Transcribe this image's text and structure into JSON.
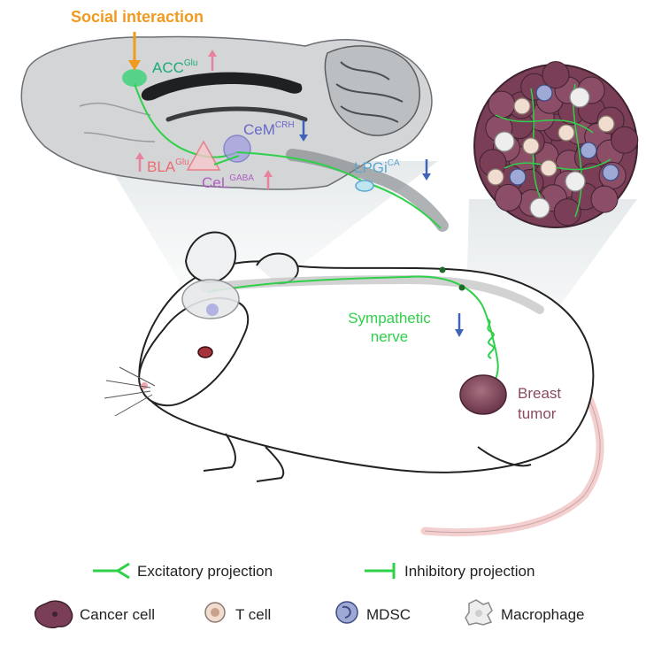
{
  "header": {
    "title": "Social interaction"
  },
  "brain_regions": {
    "acc": {
      "name": "ACC",
      "sup": "Glu",
      "trend": "up"
    },
    "cem": {
      "name": "CeM",
      "sup": "CRH",
      "trend": "down"
    },
    "bla": {
      "name": "BLA",
      "sup": "Glu",
      "trend": "up"
    },
    "cel": {
      "name": "CeL",
      "sup": "GABA",
      "trend": "up"
    },
    "lpgi": {
      "name": "LPGi",
      "sup": "CA",
      "trend": "down"
    }
  },
  "body_labels": {
    "sympathetic_line1": "Sympathetic",
    "sympathetic_line2": "nerve",
    "sympathetic_trend": "down",
    "tumor_line1": "Breast",
    "tumor_line2": "tumor"
  },
  "legend": {
    "excitatory": "Excitatory projection",
    "inhibitory": "Inhibitory projection",
    "cancer_cell": "Cancer cell",
    "t_cell": "T cell",
    "mdsc": "MDSC",
    "macrophage": "Macrophage"
  },
  "colors": {
    "title": "#f29a1f",
    "arrow_up": "#e8829c",
    "arrow_down": "#3f64b7",
    "neuron_green": "#2fd04a",
    "acc_text": "#1aab74",
    "cem_text": "#6a67c8",
    "bla_text": "#ec6a72",
    "cel_text": "#b05ec2",
    "lpgi_text": "#5aa7d1",
    "tumor": "#7a3f56",
    "tumor_text": "#8a4a62"
  },
  "icons": [
    "excitatory-projection-icon",
    "inhibitory-projection-icon",
    "cancer-cell-icon",
    "t-cell-icon",
    "mdsc-icon",
    "macrophage-icon"
  ]
}
